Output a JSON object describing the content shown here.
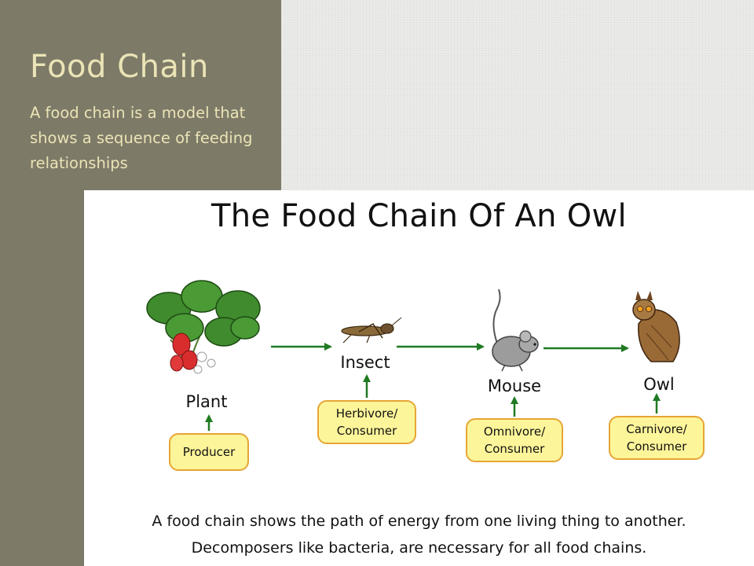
{
  "slide": {
    "title": "Food Chain",
    "body": "A food chain is a model that shows a sequence of feeding relationships"
  },
  "diagram": {
    "title": "The Food Chain Of An Owl",
    "nodes": [
      {
        "id": "plant",
        "label": "Plant",
        "role": "Producer",
        "icon": "strawberry-plant-icon"
      },
      {
        "id": "insect",
        "label": "Insect",
        "role": "Herbivore/ Consumer",
        "icon": "grasshopper-icon"
      },
      {
        "id": "mouse",
        "label": "Mouse",
        "role": "Omnivore/ Consumer",
        "icon": "mouse-icon"
      },
      {
        "id": "owl",
        "label": "Owl",
        "role": "Carnivore/ Consumer",
        "icon": "owl-icon"
      }
    ],
    "edges": [
      {
        "from": "plant",
        "to": "insect"
      },
      {
        "from": "insect",
        "to": "mouse"
      },
      {
        "from": "mouse",
        "to": "owl"
      }
    ],
    "caption_line1": "A food chain shows the path of energy from one living thing to another.",
    "caption_line2": "Decomposers like bacteria, are necessary for all food chains.",
    "colors": {
      "arrow": "#1f7a22",
      "box_fill": "#fdf59a",
      "box_border": "#e6a533"
    }
  }
}
